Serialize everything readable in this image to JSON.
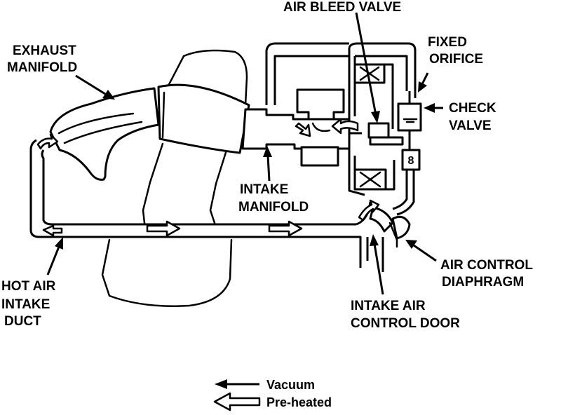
{
  "labels": {
    "air_bleed_valve": "AIR BLEED VALVE",
    "exhaust_manifold": [
      "EXHAUST",
      "MANIFOLD"
    ],
    "fixed_orifice": [
      "FIXED",
      "ORIFICE"
    ],
    "check_valve": [
      "CHECK",
      "VALVE"
    ],
    "intake_manifold": [
      "INTAKE",
      "MANIFOLD"
    ],
    "hot_air_intake_duct": [
      "HOT AIR",
      "INTAKE",
      "DUCT"
    ],
    "air_control_diaphragm": [
      "AIR CONTROL",
      "DIAPHRAGM"
    ],
    "intake_air_control_door": [
      "INTAKE AIR",
      "CONTROL DOOR"
    ],
    "sensor_badge": "8"
  },
  "legend": {
    "vacuum": "Vacuum",
    "pre_heated": "Pre-heated"
  },
  "colors": {
    "ink": "#000000",
    "paper": "#ffffff"
  }
}
